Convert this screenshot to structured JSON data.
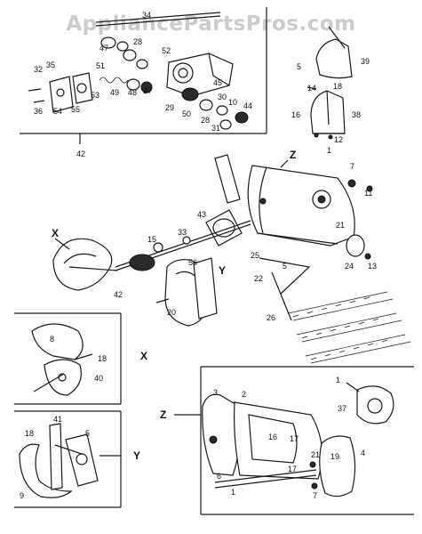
{
  "watermark": "AppliancePartsPros.com",
  "assembly_letters": {
    "x_main": "X",
    "y_main": "Y",
    "z_main": "Z",
    "x_detail": "X",
    "y_detail": "Y",
    "z_detail": "Z"
  },
  "callouts": {
    "c34": "34",
    "c47": "47",
    "c28a": "28",
    "c52": "52",
    "c32": "32",
    "c35": "35",
    "c51": "51",
    "c45": "45",
    "c53": "53",
    "c49": "49",
    "c48": "48",
    "c27": "27",
    "c36": "36",
    "c54": "54",
    "c55": "55",
    "c29": "29",
    "c50": "50",
    "c28b": "28",
    "c30": "30",
    "c10": "10",
    "c44": "44",
    "c31": "31",
    "c42a": "42",
    "c5a": "5",
    "c39": "39",
    "c14": "14",
    "c18a": "18",
    "c16": "16",
    "c38": "38",
    "c12": "12",
    "c1a": "1",
    "c7": "7",
    "c11": "11",
    "c43": "43",
    "c21a": "21",
    "c15": "15",
    "c33": "33",
    "c56": "56",
    "c25": "25",
    "c5b": "5",
    "c22": "22",
    "c24": "24",
    "c13": "13",
    "c42b": "42",
    "c20": "20",
    "c26": "26",
    "c8": "8",
    "c18b": "18",
    "c40": "40",
    "c41": "41",
    "c18c": "18",
    "c5c": "5",
    "c9": "9",
    "c1b": "1",
    "c37": "37",
    "c3": "3",
    "c2": "2",
    "c16b": "16",
    "c17a": "17",
    "c19": "19",
    "c4": "4",
    "c21b": "21",
    "c6": "6",
    "c1c": "1",
    "c17b": "17",
    "c7b": "7"
  }
}
